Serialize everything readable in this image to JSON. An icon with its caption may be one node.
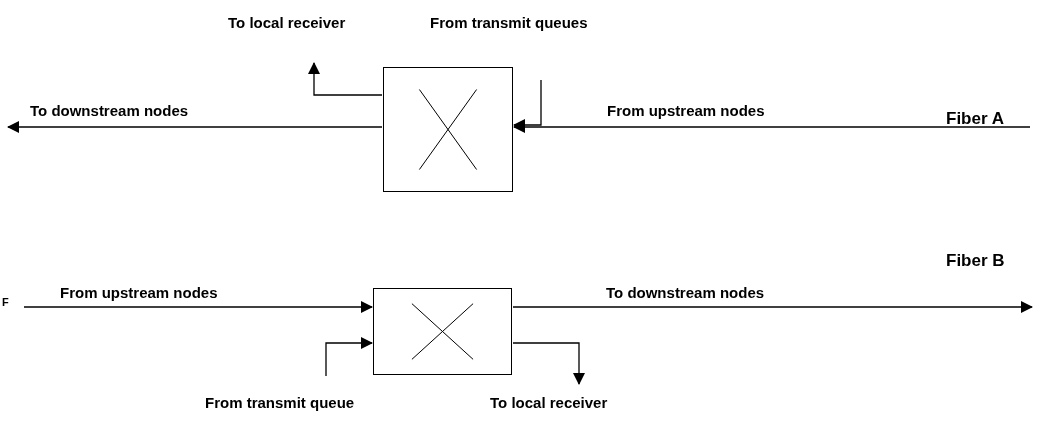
{
  "diagram": {
    "nodes": [
      {
        "text": [],
        "shape": "box"
      },
      {
        "text": [],
        "shape": "box"
      }
    ],
    "edges": [
      {
        "from": 0,
        "to": null,
        "arrow": "to",
        "label": "To local receiver"
      },
      {
        "from": null,
        "to": 0,
        "arrow": "to",
        "label": "From transmit queues"
      },
      {
        "from": 0,
        "to": null,
        "arrow": "to",
        "label": "To downstream nodes"
      },
      {
        "from": null,
        "to": 0,
        "arrow": "to",
        "label": "From upstream nodes"
      },
      {
        "from": null,
        "to": 1,
        "arrow": "to",
        "label": "From upstream nodes"
      },
      {
        "from": 1,
        "to": null,
        "arrow": "to",
        "label": "To downstream nodes"
      },
      {
        "from": null,
        "to": 1,
        "arrow": "to",
        "label": "From transmit queue"
      },
      {
        "from": 1,
        "to": null,
        "arrow": "to",
        "label": "To local receiver"
      }
    ],
    "labels": [
      "Fiber A",
      "Fiber B",
      "F"
    ]
  }
}
